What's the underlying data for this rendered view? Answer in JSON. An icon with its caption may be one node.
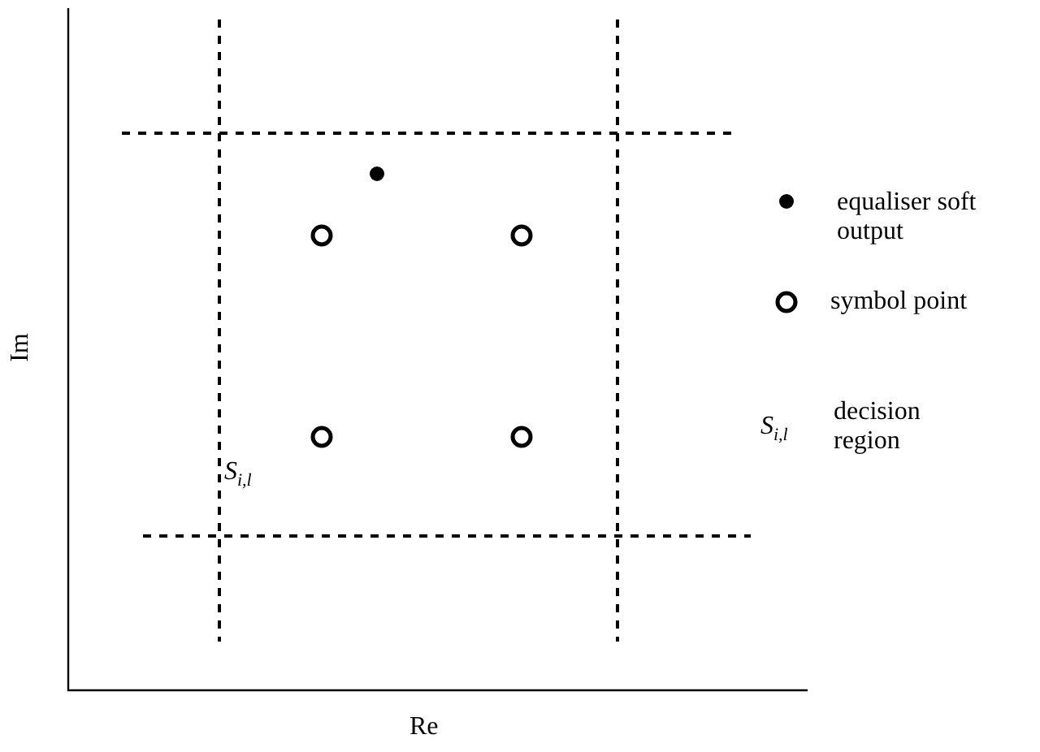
{
  "diagram": {
    "labels": [
      "Im",
      "*S*$_{i,l}$",
      "Re",
      "*S*$_{i,l}$"
    ],
    "legend": [
      {
        "text": "equaliser soft output"
      },
      {
        "text": "symbol point"
      },
      {
        "text": "decision region"
      }
    ]
  }
}
